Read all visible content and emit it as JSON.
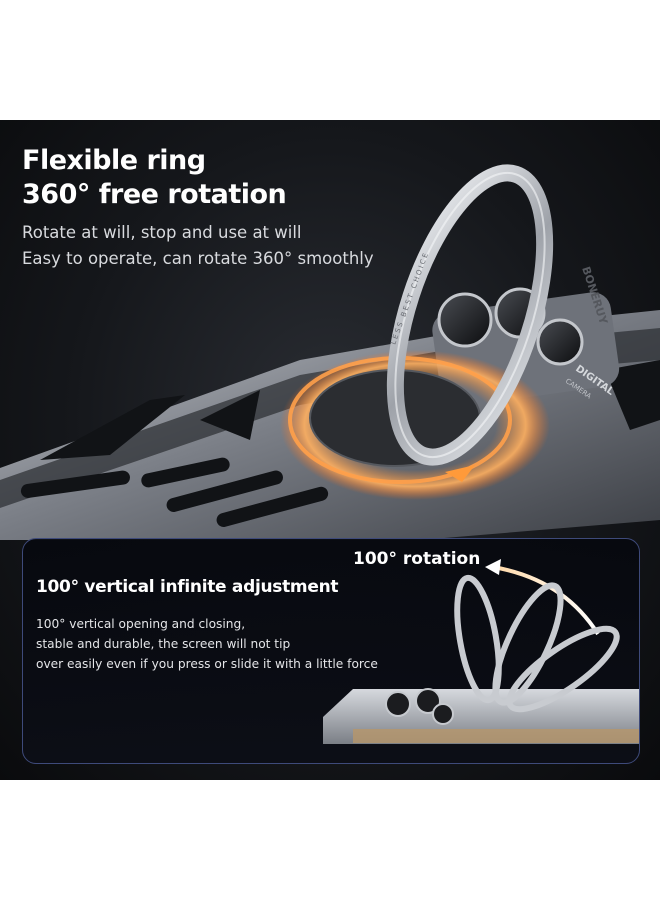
{
  "headline": {
    "line1": "Flexible ring",
    "line2": "360° free rotation"
  },
  "subtext": {
    "line1": "Rotate at will, stop and use at will",
    "line2": "Easy to operate, can rotate 360° smoothly"
  },
  "ring_engraving": {
    "brand": "BONERUY",
    "slogan": "LESS BEST CHOICE"
  },
  "camera_plate": {
    "line1": "DIGITAL",
    "line2": "CAMERA"
  },
  "inset": {
    "rotation_label": "100° rotation",
    "title": "100° vertical infinite adjustment",
    "description": [
      "100° vertical opening and closing,",
      "stable and durable, the screen will not tip",
      "over easily even if you press or slide it with a little force"
    ]
  },
  "colors": {
    "background": "#ffffff",
    "panel_dark": "#111317",
    "glow_orange": "#ff8a2a",
    "inset_border": "#3e4a7a",
    "metal": "#a9adb4"
  }
}
